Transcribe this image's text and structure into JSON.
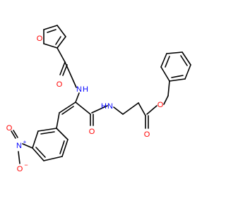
{
  "molecule": {
    "atom_labels": {
      "furan_o": "O",
      "amide1_o": "O",
      "amide1_n": "N",
      "amide1_h": "H",
      "amide2_n": "N",
      "amide2_h": "H",
      "amide2_o": "O",
      "ester_o_carbonyl": "O",
      "ester_o_single": "O",
      "nitro_n": "N",
      "nitro_plus": "+",
      "nitro_o_top": "O",
      "nitro_o_bottom": "O",
      "nitro_minus": "−"
    },
    "colors": {
      "bond": "#000000",
      "oxygen": "#ff0000",
      "nitrogen": "#0000ff"
    }
  }
}
